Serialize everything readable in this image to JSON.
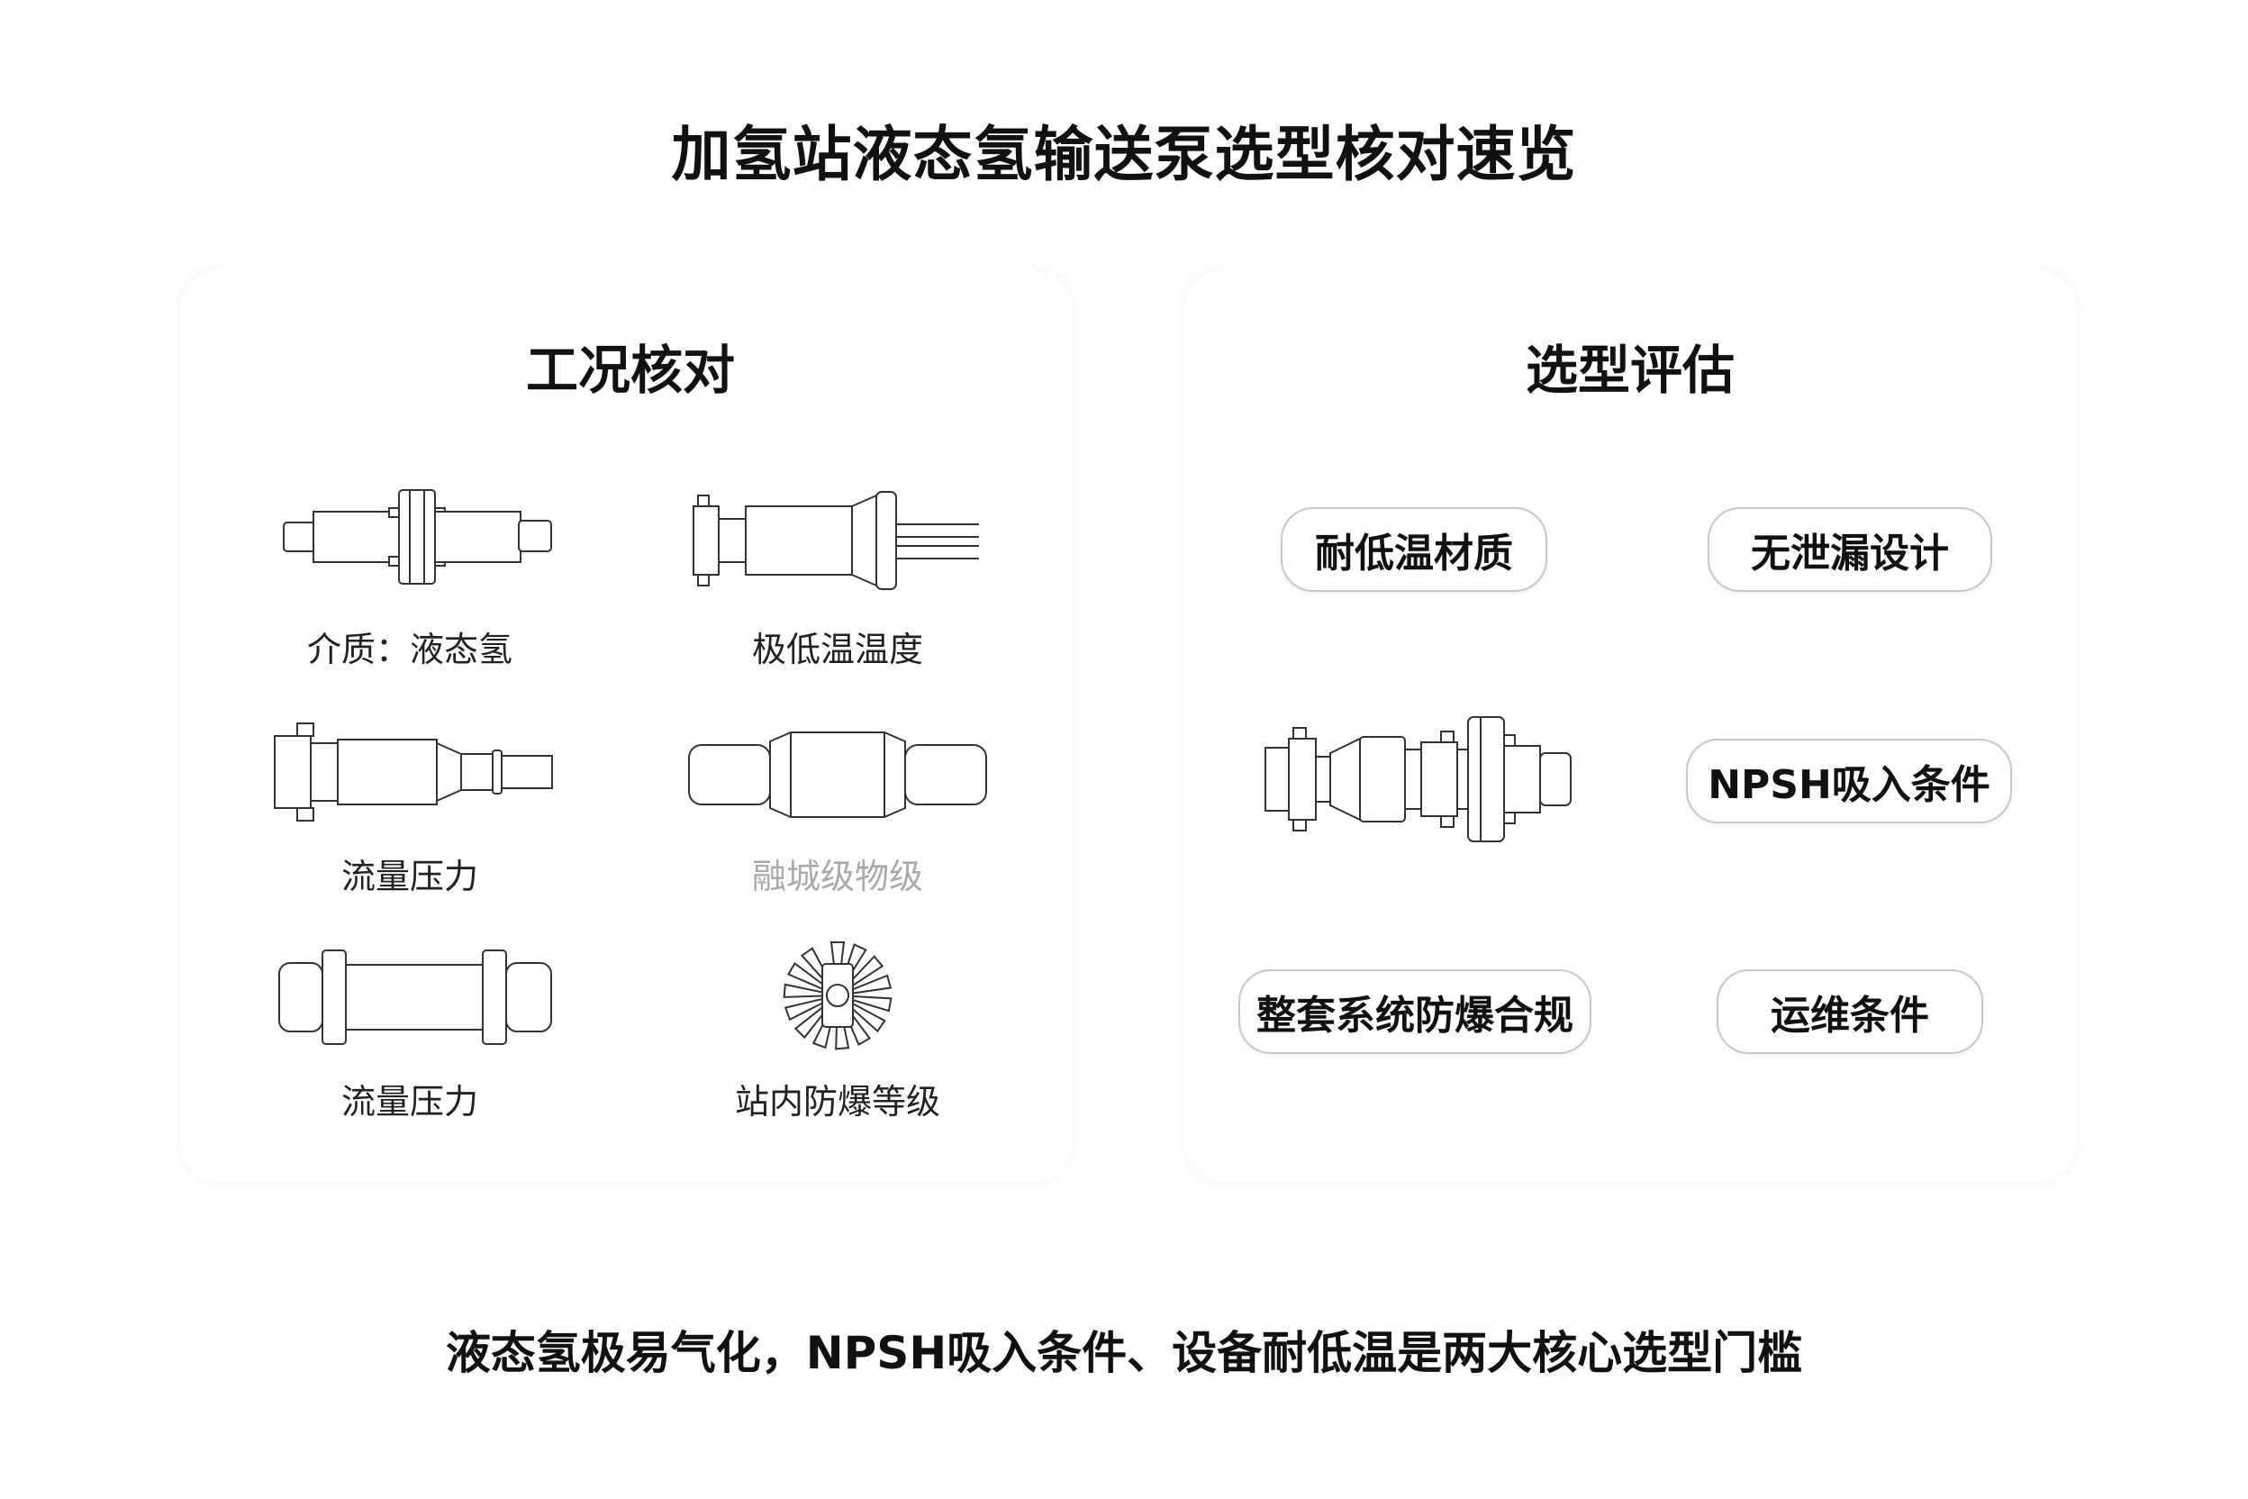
{
  "title": "加氢站液态氢输送泵选型核对速览",
  "left_panel": {
    "heading": "工况核对",
    "items": [
      {
        "label": "介质：液态氢",
        "icon": "pump-shaft-flange-icon"
      },
      {
        "label": "极低温温度",
        "icon": "pump-flange-inlet-icon"
      },
      {
        "label": "流量压力",
        "icon": "pipe-connector-icon"
      },
      {
        "label": "融城级物级",
        "icon": "valve-body-icon"
      },
      {
        "label": "流量压力",
        "icon": "pipe-section-icon"
      },
      {
        "label": "站内防爆等级",
        "icon": "impeller-icon"
      }
    ]
  },
  "right_panel": {
    "heading": "选型评估",
    "pills": {
      "material": "耐低温材质",
      "no_leak": "无泄漏设计",
      "npsh": "NPSH吸入条件",
      "explosion": "整套系统防爆合规",
      "maintenance": "运维条件"
    },
    "center_icon": "pump-assembly-icon"
  },
  "footer": "液态氢极易气化，NPSH吸入条件、设备耐低温是两大核心选型门槛"
}
